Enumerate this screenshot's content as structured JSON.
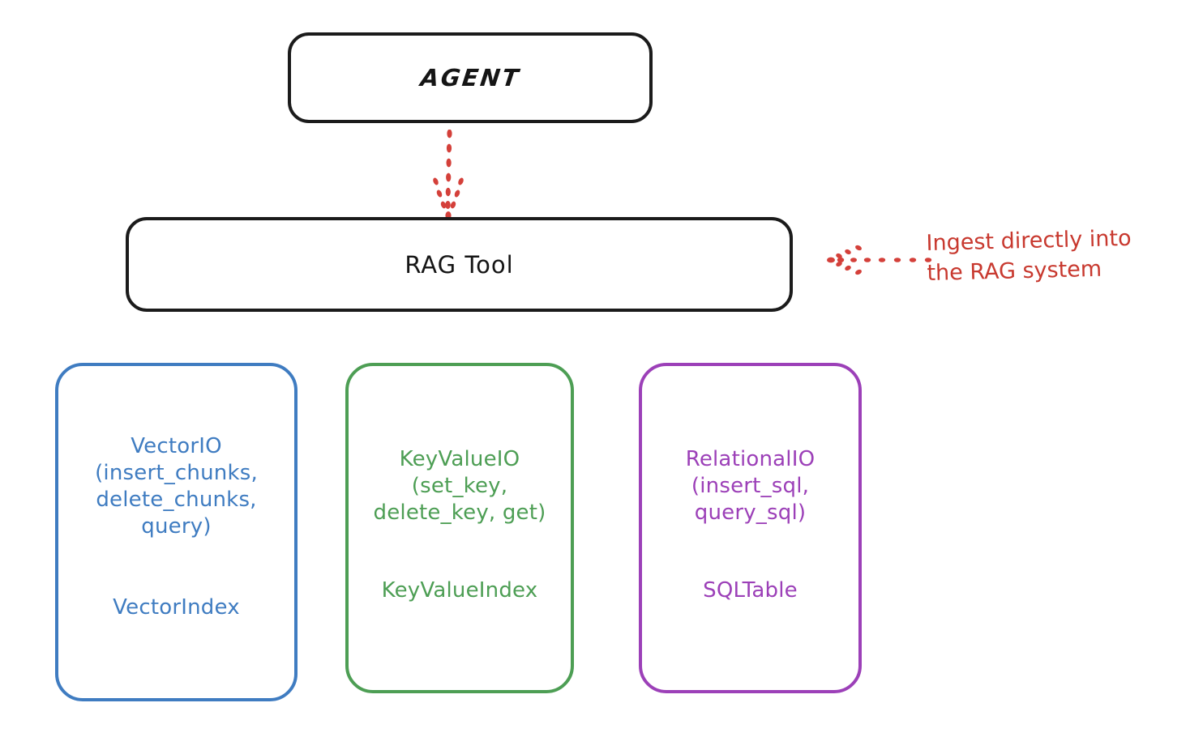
{
  "diagram": {
    "title_node": {
      "label": "AGENT"
    },
    "tool_node": {
      "label": "RAG Tool"
    },
    "annotation": {
      "text": "Ingest directly into\nthe RAG system",
      "color": "#c8392f",
      "arrow": "dotted-arrow-left-icon"
    },
    "flow_arrow": {
      "name": "dotted-arrow-down-icon",
      "from": "AGENT",
      "to": "RAG Tool",
      "color": "#c8392f"
    },
    "providers": [
      {
        "id": "vector",
        "interface": "VectorIO",
        "operations_text": "VectorIO\n(insert_chunks,\ndelete_chunks,\nquery)",
        "index_label": "VectorIndex",
        "color": "#3f7cc1"
      },
      {
        "id": "keyvalue",
        "interface": "KeyValueIO",
        "operations_text": "KeyValueIO\n(set_key,\ndelete_key, get)",
        "index_label": "KeyValueIndex",
        "color": "#4d9e54"
      },
      {
        "id": "relational",
        "interface": "RelationalIO",
        "operations_text": "RelationalIO\n(insert_sql,\nquery_sql)",
        "index_label": "SQLTable",
        "color": "#9c40b8"
      }
    ]
  }
}
